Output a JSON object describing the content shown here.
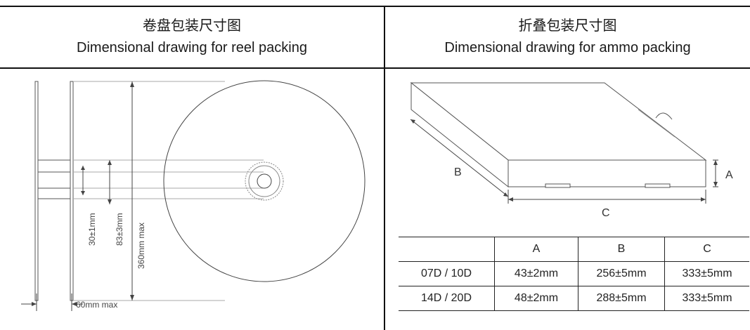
{
  "reel": {
    "title_cn": "卷盘包装尺寸图",
    "title_en": "Dimensional drawing for reel packing",
    "dim_outer": "360mm max",
    "dim_hub": "83±3mm",
    "dim_bore": "30±1mm",
    "dim_width": "60mm max"
  },
  "ammo": {
    "title_cn": "折叠包装尺寸图",
    "title_en": "Dimensional drawing for ammo packing",
    "label_a": "A",
    "label_b": "B",
    "label_c": "C",
    "table": {
      "headers": [
        "",
        "A",
        "B",
        "C"
      ],
      "rows": [
        [
          "07D / 10D",
          "43±2mm",
          "256±5mm",
          "333±5mm"
        ],
        [
          "14D / 20D",
          "48±2mm",
          "288±5mm",
          "333±5mm"
        ]
      ]
    }
  }
}
